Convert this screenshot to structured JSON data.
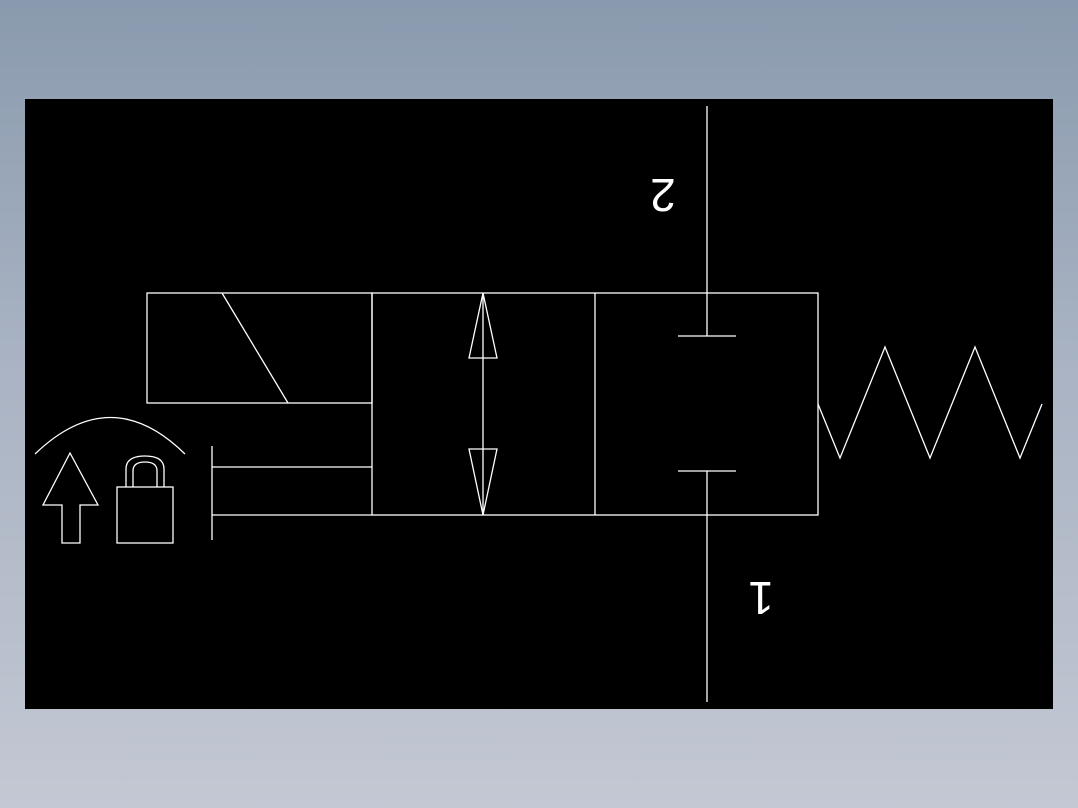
{
  "diagram": {
    "type": "pneumatic-2-2-solenoid-valve-symbol",
    "ports": [
      {
        "label": "2",
        "role": "outlet-port-label"
      },
      {
        "label": "1",
        "role": "inlet-port-label"
      }
    ],
    "colors": {
      "canvas": "#000000",
      "stroke": "#ffffff",
      "backdrop_top": "#8a9aae",
      "backdrop_bottom": "#c3c8d3"
    },
    "components": [
      "solenoid-actuator",
      "manual-override-lockable",
      "valve-position-open",
      "valve-position-closed",
      "return-spring"
    ]
  }
}
